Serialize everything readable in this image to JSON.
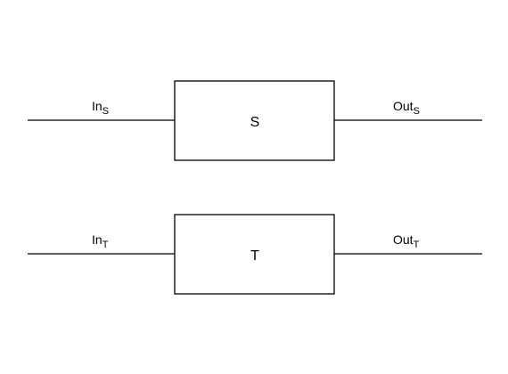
{
  "colors": {
    "stroke": "#000000",
    "background": "#ffffff"
  },
  "blocks": [
    {
      "label": "S",
      "input": {
        "base": "In",
        "sub": "S"
      },
      "output": {
        "base": "Out",
        "sub": "S"
      }
    },
    {
      "label": "T",
      "input": {
        "base": "In",
        "sub": "T"
      },
      "output": {
        "base": "Out",
        "sub": "T"
      }
    }
  ]
}
